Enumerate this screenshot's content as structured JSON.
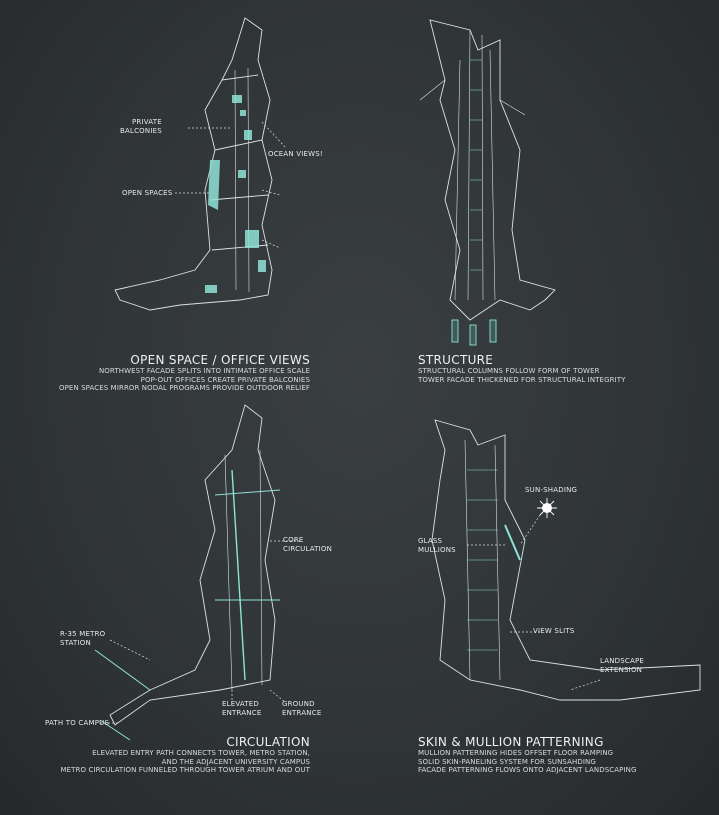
{
  "colors": {
    "background": "#2f3436",
    "line": "#d9e4e4",
    "accent": "#8fe3d6"
  },
  "panels": [
    {
      "title": "OPEN SPACE / OFFICE VIEWS",
      "lines": [
        "NORTHWEST FACADE SPLITS INTO INTIMATE OFFICE SCALE",
        "POP-OUT OFFICES CREATE PRIVATE BALCONIES",
        "OPEN SPACES MIRROR NODAL PROGRAMS PROVIDE OUTDOOR RELIEF"
      ],
      "labels": [
        "PRIVATE\nBALCONIES",
        "OCEAN VIEWS!",
        "OPEN SPACES"
      ]
    },
    {
      "title": "STRUCTURE",
      "lines": [
        "STRUCTURAL COLUMNS FOLLOW FORM OF TOWER",
        "TOWER FACADE THICKENED FOR STRUCTURAL INTEGRITY"
      ],
      "labels": []
    },
    {
      "title": "CIRCULATION",
      "lines": [
        "ELEVATED ENTRY PATH CONNECTS TOWER, METRO STATION,",
        "AND THE ADJACENT UNIVERSITY CAMPUS",
        "METRO CIRCULATION FUNNELED THROUGH TOWER ATRIUM AND OUT"
      ],
      "labels": [
        "CORE\nCIRCULATION",
        "R-35 METRO\nSTATION",
        "ELEVATED\nENTRANCE",
        "GROUND\nENTRANCE",
        "PATH TO CAMPUS"
      ]
    },
    {
      "title": "SKIN & MULLION PATTERNING",
      "lines": [
        "MULLION PATTERNING HIDES OFFSET FLOOR RAMPING",
        "SOLID SKIN-PANELING SYSTEM FOR SUNSAHDING",
        "FACADE PATTERNING FLOWS ONTO ADJACENT LANDSCAPING"
      ],
      "labels": [
        "SUN-SHADING",
        "GLASS\nMULLIONS",
        "VIEW SLITS",
        "LANDSCAPE\nEXTENSION"
      ]
    }
  ]
}
